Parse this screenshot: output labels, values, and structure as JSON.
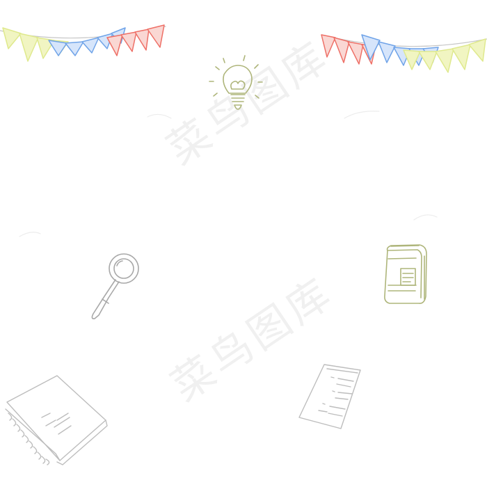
{
  "watermark": {
    "text": "菜鸟图库"
  },
  "colors": {
    "background": "#ffffff",
    "flag_yellow": "#e3ec98",
    "flag_blue": "#6fa3e8",
    "flag_red": "#ee6f66",
    "icon_green": "#aeb57a",
    "icon_gray": "#a8a8a8",
    "sketch_gray": "#bdbdbd"
  },
  "icons": [
    "bunting-left",
    "bunting-right",
    "light-bulb-icon",
    "magnifying-glass-icon",
    "book-icon",
    "notebook-icon",
    "paper-sheet-icon"
  ]
}
